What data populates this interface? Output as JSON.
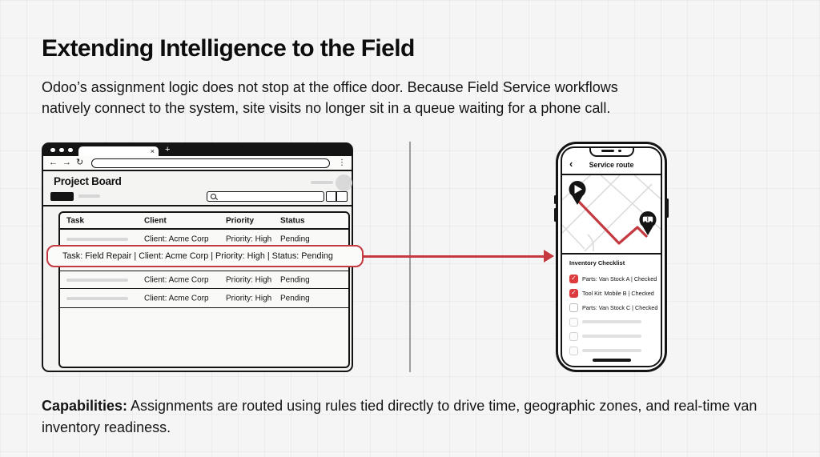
{
  "header": {
    "title": "Extending Intelligence to the Field",
    "intro_line1": "Odoo’s assignment logic does not stop at the office door. Because Field Service workflows",
    "intro_line2": "natively connect to the system, site visits no longer sit in a queue waiting for a phone call."
  },
  "browser": {
    "tab_close_icon": "×",
    "new_tab_icon": "+",
    "nav": {
      "back_icon": "←",
      "forward_icon": "→",
      "reload_icon": "↻",
      "menu_icon": "⋮"
    },
    "app_title": "Project Board",
    "table": {
      "headers": [
        "Task",
        "Client",
        "Priority",
        "Status"
      ],
      "rows": [
        {
          "client": "Client: Acme Corp",
          "priority": "Priority: High",
          "status": "Pending"
        },
        {
          "highlight": "Task: Field Repair | Client: Acme Corp | Priority: High | Status: Pending"
        },
        {
          "client": "Client: Acme Corp",
          "priority": "Priority: High",
          "status": "Pending"
        },
        {
          "client": "Client: Acme Corp",
          "priority": "Priority: High",
          "status": "Pending"
        }
      ]
    }
  },
  "phone": {
    "back_icon": "‹",
    "header_title": "Service route",
    "checklist": {
      "title": "Inventory Checklist",
      "check_icon": "✓",
      "items": [
        {
          "label": "Parts: Van Stock A | Checked",
          "checked": true
        },
        {
          "label": "Tool Kit: Mobile B | Checked",
          "checked": true
        },
        {
          "label": "Parts: Van Stock C | Checked",
          "checked": false
        },
        {
          "label": "",
          "checked": false
        },
        {
          "label": "",
          "checked": false
        },
        {
          "label": "",
          "checked": false
        }
      ]
    }
  },
  "footer": {
    "capabilities_label": "Capabilities:",
    "capabilities_text": " Assignments are routed using rules tied directly to drive time, geographic zones, and real-time van inventory readiness."
  },
  "colors": {
    "accent_red": "#c43a40",
    "checkbox_red": "#dc3a3c",
    "ink": "#141414",
    "divider_gray": "#9e9ea1",
    "background": "#f5f5f6"
  }
}
